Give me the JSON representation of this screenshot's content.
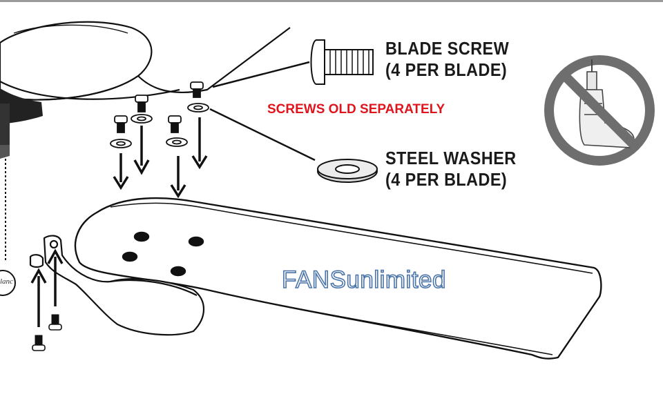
{
  "labels": {
    "blade_screw": "BLADE SCREW",
    "blade_screw_qty": "(4 PER BLADE)",
    "steel_washer": "STEEL WASHER",
    "steel_washer_qty": "(4 PER BLADE)",
    "warning": "SCREWS OLD SEPARATELY",
    "brand": "FANSunlimited",
    "motor_badge": "lanc"
  },
  "colors": {
    "warning": "#e0141c",
    "brand_outline": "#4a74a8",
    "no_sign": "#6e6e6e",
    "line_art": "#111111"
  },
  "icons": {
    "no_drill": "no-power-drill-icon"
  }
}
